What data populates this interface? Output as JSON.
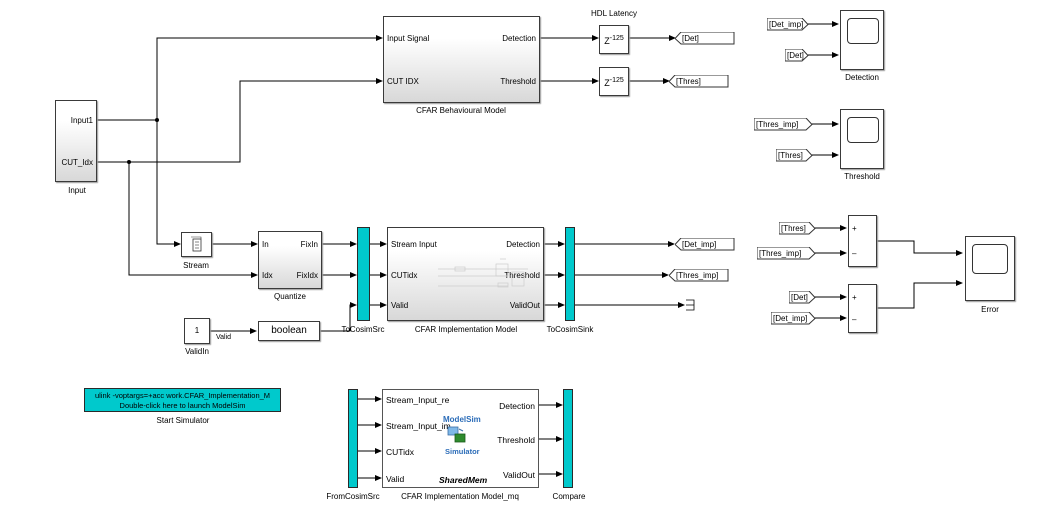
{
  "diagram": {
    "input_block": {
      "name": "Input",
      "ports_out": [
        "Input1",
        "CUT_Idx"
      ]
    },
    "behavioural_model": {
      "name": "CFAR Behavioural Model",
      "ports_in": [
        "Input Signal",
        "CUT IDX"
      ],
      "ports_out": [
        "Detection",
        "Threshold"
      ]
    },
    "hdl_latency": {
      "label": "HDL Latency",
      "delay_base": "Z",
      "delay_exp": "-125"
    },
    "goto_det": "[Det]",
    "goto_thres": "[Thres]",
    "stream_block": {
      "name": "Stream"
    },
    "quantize_block": {
      "name": "Quantize",
      "ports_in": [
        "In",
        "Idx"
      ],
      "ports_out": [
        "FixIn",
        "FixIdx"
      ]
    },
    "valid_in": {
      "name": "ValidIn",
      "value": "1",
      "signal": "Valid"
    },
    "boolean_block": {
      "label": "boolean"
    },
    "to_cosim_src": {
      "name": "ToCosimSrc"
    },
    "impl_model": {
      "name": "CFAR Implementation Model",
      "ports_in": [
        "Stream Input",
        "CUTidx",
        "Valid"
      ],
      "ports_out": [
        "Detection",
        "Threshold",
        "ValidOut"
      ]
    },
    "to_cosim_sink": {
      "name": "ToCosimSink"
    },
    "goto_det_imp": "[Det_imp]",
    "goto_thres_imp": "[Thres_imp]",
    "start_sim": {
      "line1": "ulink  -voptargs=+acc work.CFAR_Implementation_M",
      "line2": "Double-click here to launch ModelSim",
      "name": "Start Simulator"
    },
    "from_cosim_src": {
      "name": "FromCosimSrc"
    },
    "mq_model": {
      "name": "CFAR Implementation Model_mq",
      "ports_in": [
        "Stream_Input_re",
        "Stream_Input_im",
        "CUTidx",
        "Valid"
      ],
      "ports_out": [
        "Detection",
        "Threshold",
        "ValidOut"
      ],
      "logo_top": "ModelSim",
      "logo_bottom": "Simulator",
      "mode": "SharedMem"
    },
    "compare": {
      "name": "Compare"
    },
    "scope_detection": {
      "name": "Detection",
      "inputs": [
        "[Det_imp]",
        "[Det]"
      ]
    },
    "scope_threshold": {
      "name": "Threshold",
      "inputs": [
        "[Thres_imp]",
        "[Thres]"
      ]
    },
    "sum_thres": {
      "inputs": [
        "[Thres]",
        "[Thres_imp]"
      ],
      "signs": [
        "+",
        "–"
      ]
    },
    "sum_det": {
      "inputs": [
        "[Det]",
        "[Det_imp]"
      ],
      "signs": [
        "+",
        "–"
      ]
    },
    "scope_error": {
      "name": "Error"
    },
    "colors": {
      "bus": "#00c9cc",
      "line": "#000000"
    }
  }
}
